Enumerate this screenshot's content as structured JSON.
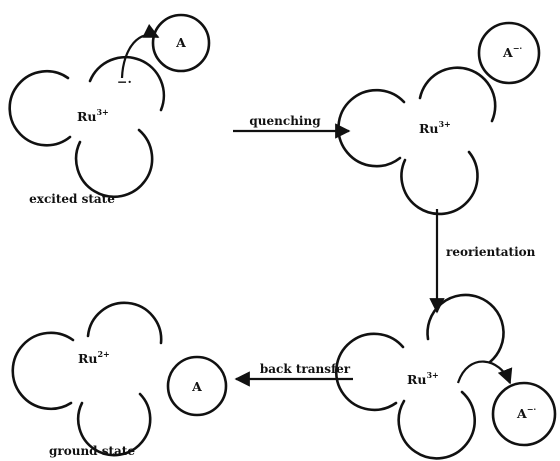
{
  "complex_1": {
    "metal": "Ru",
    "charge": "3+",
    "acceptor": "A",
    "electron_label": "−·",
    "state_label": "excited state"
  },
  "complex_2": {
    "metal": "Ru",
    "charge": "3+",
    "acceptor": "A",
    "acceptor_charge": "−·"
  },
  "complex_3": {
    "metal": "Ru",
    "charge": "3+",
    "acceptor": "A",
    "acceptor_charge": "−·"
  },
  "complex_4": {
    "metal": "Ru",
    "charge": "2+",
    "acceptor": "A",
    "state_label": "ground state"
  },
  "steps": {
    "quenching": "quenching",
    "reorientation": "reorientation",
    "back_transfer": "back transfer"
  }
}
